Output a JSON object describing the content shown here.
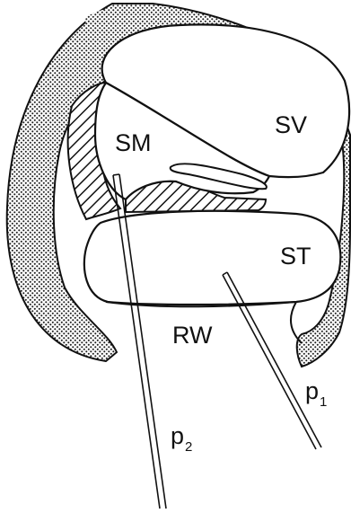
{
  "diagram": {
    "regions": [
      {
        "key": "sv",
        "text": "SV"
      },
      {
        "key": "sm",
        "text": "SM"
      },
      {
        "key": "st",
        "text": "ST"
      },
      {
        "key": "rw",
        "text": "RW"
      }
    ],
    "probes": [
      {
        "key": "p1",
        "letter": "p",
        "subscript": "1"
      },
      {
        "key": "p2",
        "letter": "p",
        "subscript": "2"
      }
    ],
    "colors": {
      "ink": "#111111",
      "background": "#ffffff",
      "bone_stipple": "#222222"
    }
  }
}
